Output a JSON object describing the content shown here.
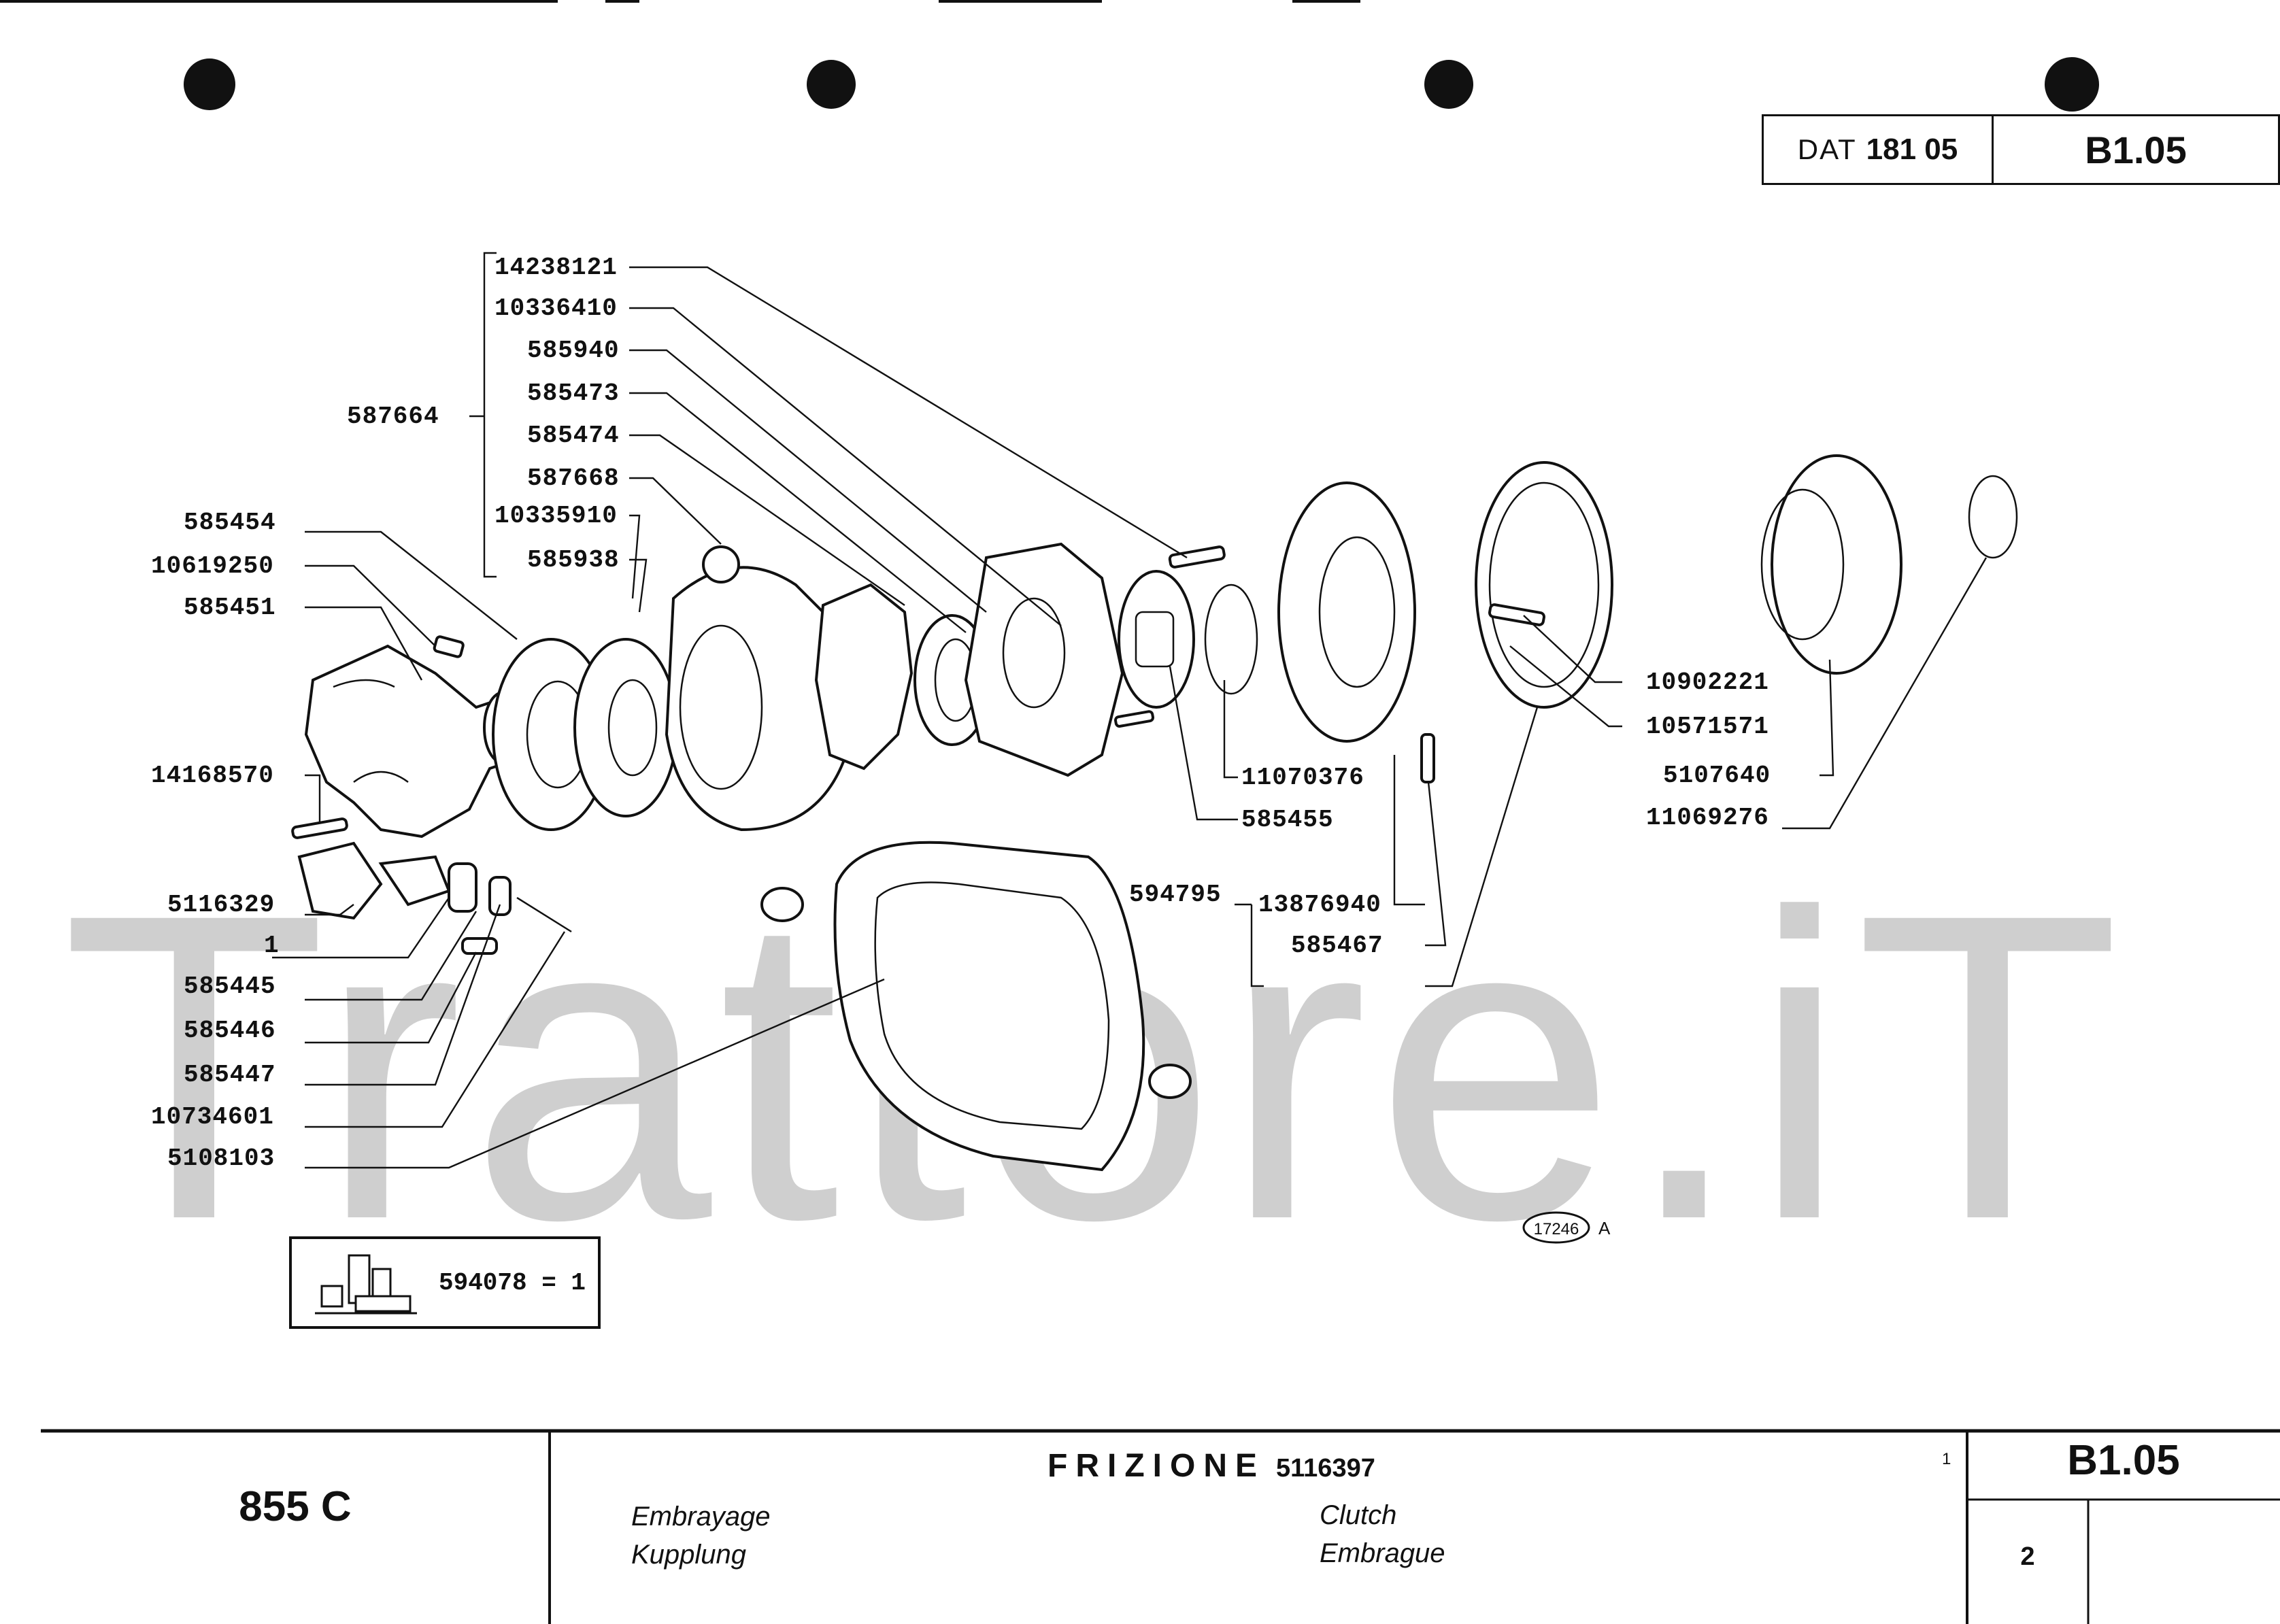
{
  "header": {
    "dat_label": "DAT",
    "dat_number": "181 05",
    "page_code": "B1.05"
  },
  "callouts": {
    "bracket_group": "587664",
    "bracket_items": [
      "14238121",
      "10336410",
      "585940",
      "585473",
      "585474",
      "587668",
      "10335910",
      "585938"
    ],
    "left_items": [
      "585454",
      "10619250",
      "585451",
      "14168570",
      "5116329",
      "1",
      "585445",
      "585446",
      "585447",
      "10734601",
      "5108103"
    ],
    "right_items": [
      "10902221",
      "10571571",
      "5107640",
      "11069276"
    ],
    "middle_items": [
      "11070376",
      "585455"
    ],
    "lower_group": "594795",
    "lower_items": [
      "13876940",
      "585467"
    ]
  },
  "kit_box": {
    "text": "594078 = 1"
  },
  "figure_ref": {
    "number": "17246",
    "suffix": "A"
  },
  "watermark": "Trattore.iT",
  "footer": {
    "model": "855 C",
    "title": "FRIZIONE",
    "title_code": "5116397",
    "sup_mark": "1",
    "translations": [
      "Embrayage",
      "Kupplung",
      "Clutch",
      "Embrague"
    ],
    "page_code": "B1.05",
    "sheet": "2"
  }
}
